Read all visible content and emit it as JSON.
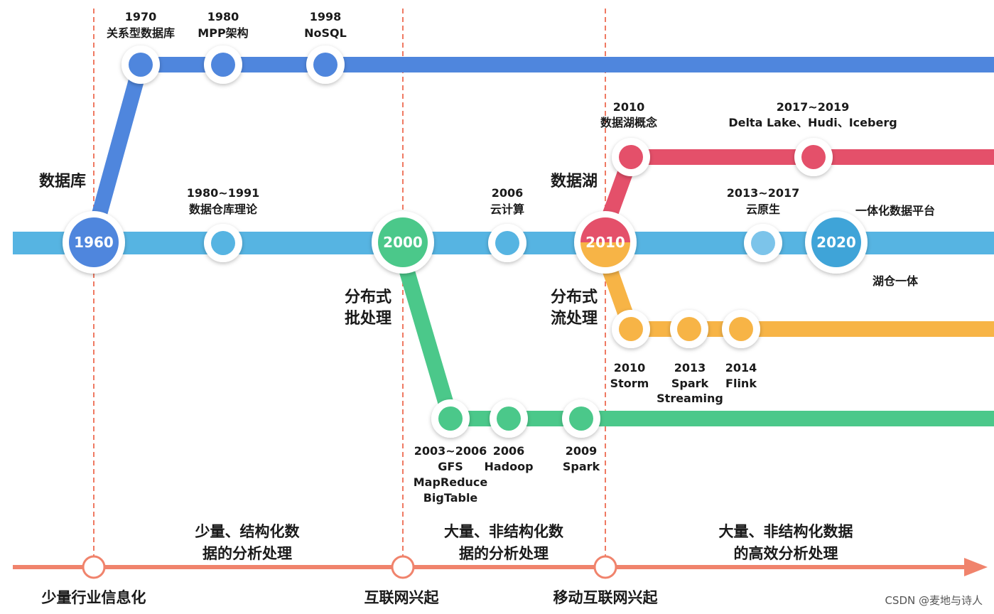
{
  "colors": {
    "database": "#4f86dd",
    "main": "#56b4e2",
    "batch": "#4bc88a",
    "lake": "#e4506a",
    "stream": "#f7b446",
    "era_axis": "#f0836c",
    "divider": "#ef7a63"
  },
  "tracks": {
    "database": "数据库",
    "lake": "数据湖",
    "batch_line1": "分布式",
    "batch_line2": "批处理",
    "stream_line1": "分布式",
    "stream_line2": "流处理"
  },
  "main_nodes": {
    "n1960": "1960",
    "n2000": "2000",
    "n2010": "2010",
    "n2020": "2020"
  },
  "events": {
    "e1970": {
      "year": "1970",
      "label": "关系型数据库"
    },
    "e1980": {
      "year": "1980",
      "label": "MPP架构"
    },
    "e1998": {
      "year": "1998",
      "label": "NoSQL"
    },
    "e1980_1991": {
      "year": "1980~1991",
      "label": "数据仓库理论"
    },
    "e2006_cloud": {
      "year": "2006",
      "label": "云计算"
    },
    "e2013_2017": {
      "year": "2013~2017",
      "label": "云原生"
    },
    "e2020_top": "一体化数据平台",
    "e2020_bottom": "湖仓一体",
    "e2010_lake": {
      "year": "2010",
      "label": "数据湖概念"
    },
    "e2017_2019": {
      "year": "2017~2019",
      "label": "Delta Lake、Hudi、Iceberg"
    },
    "e2010_storm": {
      "year": "2010",
      "label": "Storm"
    },
    "e2013_spark": {
      "year": "2013",
      "label1": "Spark",
      "label2": "Streaming"
    },
    "e2014_flink": {
      "year": "2014",
      "label": "Flink"
    },
    "e2003_2006": {
      "year": "2003~2006",
      "label1": "GFS",
      "label2": "MapReduce",
      "label3": "BigTable"
    },
    "e2006_hadoop": {
      "year": "2006",
      "label": "Hadoop"
    },
    "e2009_spark": {
      "year": "2009",
      "label": "Spark"
    }
  },
  "eras": {
    "era1_line1": "少量、结构化数",
    "era1_line2": "据的分析处理",
    "era2_line1": "大量、非结构化数",
    "era2_line2": "据的分析处理",
    "era3_line1": "大量、非结构化数据",
    "era3_line2": "的高效分析处理"
  },
  "milestones": {
    "m1": "少量行业信息化",
    "m2": "互联网兴起",
    "m3": "移动互联网兴起"
  },
  "watermark": "CSDN @麦地与诗人"
}
